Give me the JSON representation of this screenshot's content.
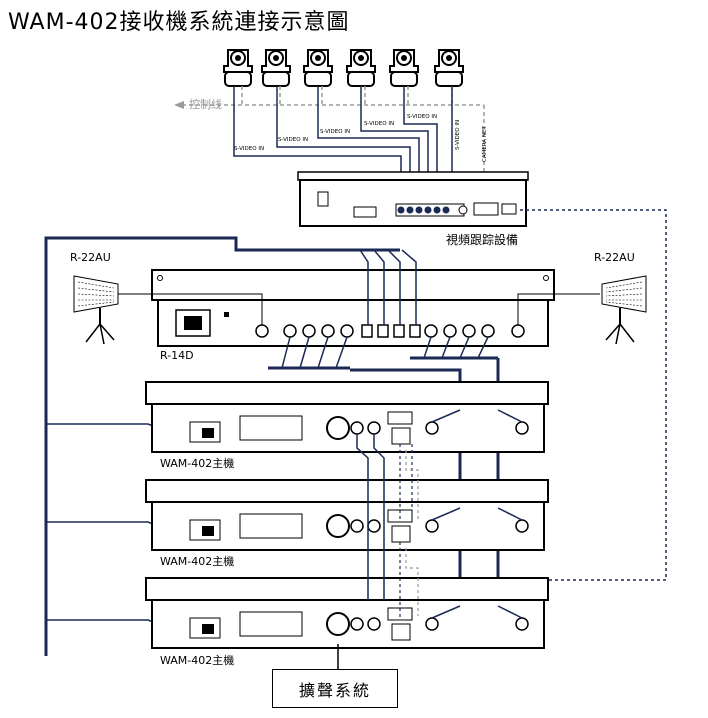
{
  "title": "WAM-402接收機系統連接示意圖",
  "control_line_label": "控制线",
  "camera_video_labels": [
    "S-VIDEO IN",
    "S-VIDEO IN",
    "S-VIDEO IN",
    "S-VIDEO IN",
    "S-VIDEO IN",
    "S-VIDEO IN"
  ],
  "camera_net_label": "CAMERA NET",
  "tracker_label": "視頻跟踪設備",
  "antenna_left_label": "R-22AU",
  "antenna_right_label": "R-22AU",
  "distributor_label": "R-14D",
  "host_labels": [
    "WAM-402主機",
    "WAM-402主機",
    "WAM-402主機"
  ],
  "amplifier_label": "擴聲系統",
  "colors": {
    "line": "#000000",
    "cable_blue": "#1b2a55",
    "dash_gray": "#9a9a9a",
    "panel": "#f2f2f2"
  }
}
